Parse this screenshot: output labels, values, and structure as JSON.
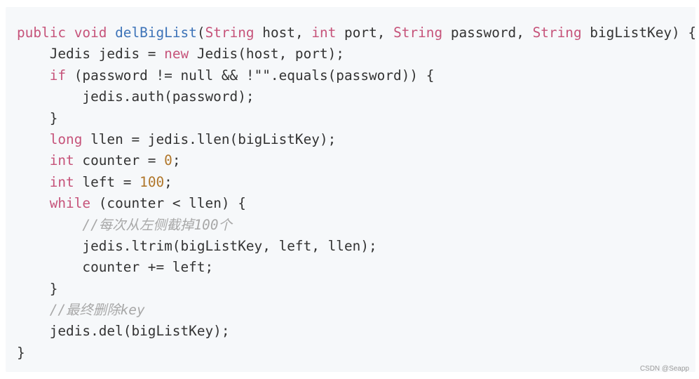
{
  "code_block": {
    "language": "java",
    "colors": {
      "background": "#f6f8fa",
      "text": "#333333",
      "keyword": "#c6537a",
      "function_name": "#3d73b8",
      "number": "#b0762a",
      "comment": "#a8a8a8"
    },
    "lines": [
      [
        {
          "type": "kw",
          "text": "public"
        },
        {
          "type": "plain",
          "text": " "
        },
        {
          "type": "kw",
          "text": "void"
        },
        {
          "type": "plain",
          "text": " "
        },
        {
          "type": "fn",
          "text": "delBigList"
        },
        {
          "type": "plain",
          "text": "("
        },
        {
          "type": "kw",
          "text": "String"
        },
        {
          "type": "plain",
          "text": " host, "
        },
        {
          "type": "kw",
          "text": "int"
        },
        {
          "type": "plain",
          "text": " port, "
        },
        {
          "type": "kw",
          "text": "String"
        },
        {
          "type": "plain",
          "text": " password, "
        },
        {
          "type": "kw",
          "text": "String"
        },
        {
          "type": "plain",
          "text": " bigListKey) {"
        }
      ],
      [
        {
          "type": "plain",
          "text": "    Jedis jedis = "
        },
        {
          "type": "kw",
          "text": "new"
        },
        {
          "type": "plain",
          "text": " Jedis(host, port);"
        }
      ],
      [
        {
          "type": "plain",
          "text": "    "
        },
        {
          "type": "kw",
          "text": "if"
        },
        {
          "type": "plain",
          "text": " (password != null && !\"\".equals(password)) {"
        }
      ],
      [
        {
          "type": "plain",
          "text": "        jedis.auth(password);"
        }
      ],
      [
        {
          "type": "plain",
          "text": "    }"
        }
      ],
      [
        {
          "type": "plain",
          "text": "    "
        },
        {
          "type": "kw",
          "text": "long"
        },
        {
          "type": "plain",
          "text": " llen = jedis.llen(bigListKey);"
        }
      ],
      [
        {
          "type": "plain",
          "text": "    "
        },
        {
          "type": "kw",
          "text": "int"
        },
        {
          "type": "plain",
          "text": " counter = "
        },
        {
          "type": "num",
          "text": "0"
        },
        {
          "type": "plain",
          "text": ";"
        }
      ],
      [
        {
          "type": "plain",
          "text": "    "
        },
        {
          "type": "kw",
          "text": "int"
        },
        {
          "type": "plain",
          "text": " left = "
        },
        {
          "type": "num",
          "text": "100"
        },
        {
          "type": "plain",
          "text": ";"
        }
      ],
      [
        {
          "type": "plain",
          "text": "    "
        },
        {
          "type": "kw",
          "text": "while"
        },
        {
          "type": "plain",
          "text": " (counter < llen) {"
        }
      ],
      [
        {
          "type": "plain",
          "text": "        "
        },
        {
          "type": "comment",
          "text": "//每次从左侧截掉100个"
        }
      ],
      [
        {
          "type": "plain",
          "text": "        jedis.ltrim(bigListKey, left, llen);"
        }
      ],
      [
        {
          "type": "plain",
          "text": "        counter += left;"
        }
      ],
      [
        {
          "type": "plain",
          "text": "    }"
        }
      ],
      [
        {
          "type": "plain",
          "text": "    "
        },
        {
          "type": "comment",
          "text": "//最终删除key"
        }
      ],
      [
        {
          "type": "plain",
          "text": "    jedis.del(bigListKey);"
        }
      ],
      [
        {
          "type": "plain",
          "text": "}"
        }
      ]
    ]
  },
  "watermark": {
    "text": "CSDN @Seapp"
  }
}
